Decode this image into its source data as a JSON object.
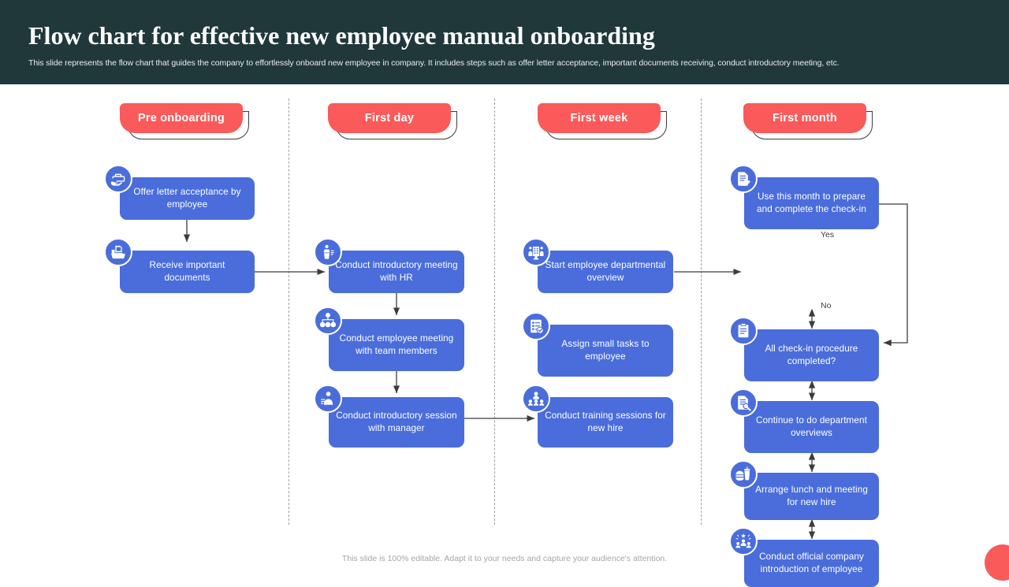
{
  "header": {
    "title": "Flow chart for effective new employee manual onboarding",
    "subtitle": "This slide represents the flow chart that guides the company to effortlessly onboard new employee in company. It includes steps such as offer letter acceptance, important documents receiving, conduct introductory meeting, etc."
  },
  "theme": {
    "header_bg": "#21383b",
    "accent_red": "#fa5a5a",
    "node_blue": "#4a6ddb",
    "canvas_bg": "#ffffff",
    "divider": "#9aa0a6"
  },
  "phases": [
    {
      "label": "Pre onboarding"
    },
    {
      "label": "First day"
    },
    {
      "label": "First week"
    },
    {
      "label": "First month"
    }
  ],
  "nodes": {
    "offer_letter": {
      "label": "Offer letter acceptance by employee",
      "icon": "briefcase-handover-icon"
    },
    "receive_docs": {
      "label": "Receive important documents",
      "icon": "documents-folder-icon"
    },
    "intro_hr": {
      "label": "Conduct introductory meeting with HR",
      "icon": "presenter-podium-icon"
    },
    "team_meeting": {
      "label": "Conduct employee meeting with team members",
      "icon": "org-chart-icon"
    },
    "intro_manager": {
      "label": "Conduct introductory session with manager",
      "icon": "manager-profile-icon"
    },
    "dept_overview": {
      "label": "Start employee departmental overview",
      "icon": "department-building-icon"
    },
    "small_tasks": {
      "label": "Assign small tasks to employee",
      "icon": "task-checklist-icon"
    },
    "training": {
      "label": "Conduct training sessions for new hire",
      "icon": "training-group-icon"
    },
    "prepare_checkin": {
      "label": "Use this month to prepare and complete the check-in",
      "icon": "document-edit-icon"
    },
    "checkin_done": {
      "label": "All check-in procedure completed?",
      "icon": "clipboard-check-icon"
    },
    "continue_overviews": {
      "label": "Continue to do department overviews",
      "icon": "document-search-icon"
    },
    "arrange_lunch": {
      "label": "Arrange lunch and meeting for new hire",
      "icon": "lunch-meal-icon"
    },
    "official_intro": {
      "label": "Conduct official company introduction of employee",
      "icon": "celebration-team-icon"
    }
  },
  "edge_labels": {
    "yes": "Yes",
    "no": "No"
  },
  "footer": {
    "note": "This slide is 100% editable. Adapt it to your needs and capture your audience's attention."
  }
}
